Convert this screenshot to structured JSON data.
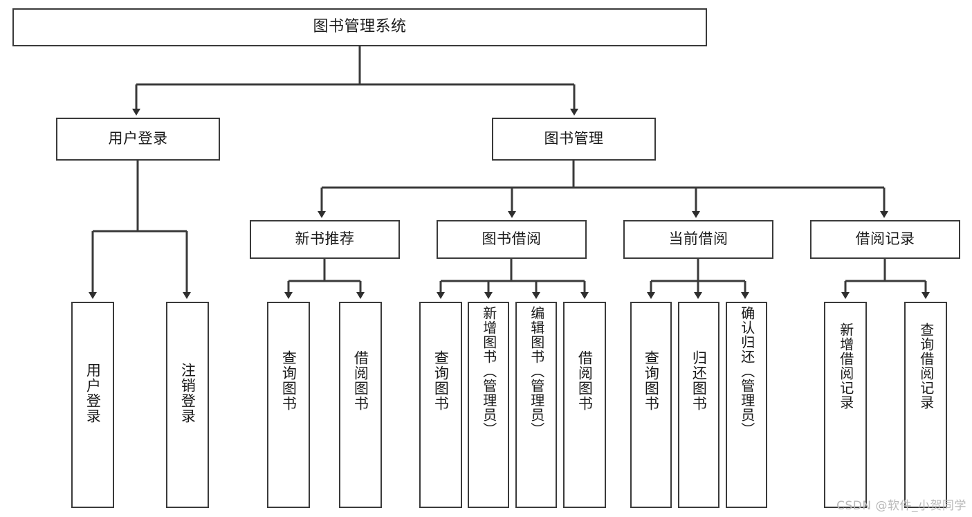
{
  "diagram": {
    "title": "图书管理系统",
    "type": "tree",
    "watermark": "CSDN @软件_小贺同学",
    "colors": {
      "box_border": "#3a3a3a",
      "box_fill": "#ffffff",
      "connector": "#3a3a3a",
      "text": "#1a1a1a",
      "watermark": "#b8b8b8"
    },
    "root": {
      "label": "图书管理系统"
    },
    "level2": [
      {
        "label": "用户登录"
      },
      {
        "label": "图书管理"
      }
    ],
    "level3": [
      {
        "label": "新书推荐"
      },
      {
        "label": "图书借阅"
      },
      {
        "label": "当前借阅"
      },
      {
        "label": "借阅记录"
      }
    ],
    "leaves": {
      "user_login": [
        {
          "label": "用户登录"
        },
        {
          "label": "注销登录"
        }
      ],
      "new_book_recommend": [
        {
          "label": "查询图书"
        },
        {
          "label": "借阅图书"
        }
      ],
      "book_borrow": [
        {
          "label": "查询图书"
        },
        {
          "label": "新增图书（管理员）"
        },
        {
          "label": "编辑图书（管理员）"
        },
        {
          "label": "借阅图书"
        }
      ],
      "current_borrow": [
        {
          "label": "查询图书"
        },
        {
          "label": "归还图书"
        },
        {
          "label": "确认归还（管理员）"
        }
      ],
      "borrow_record": [
        {
          "label": "新增借阅记录"
        },
        {
          "label": "查询借阅记录"
        }
      ]
    }
  }
}
